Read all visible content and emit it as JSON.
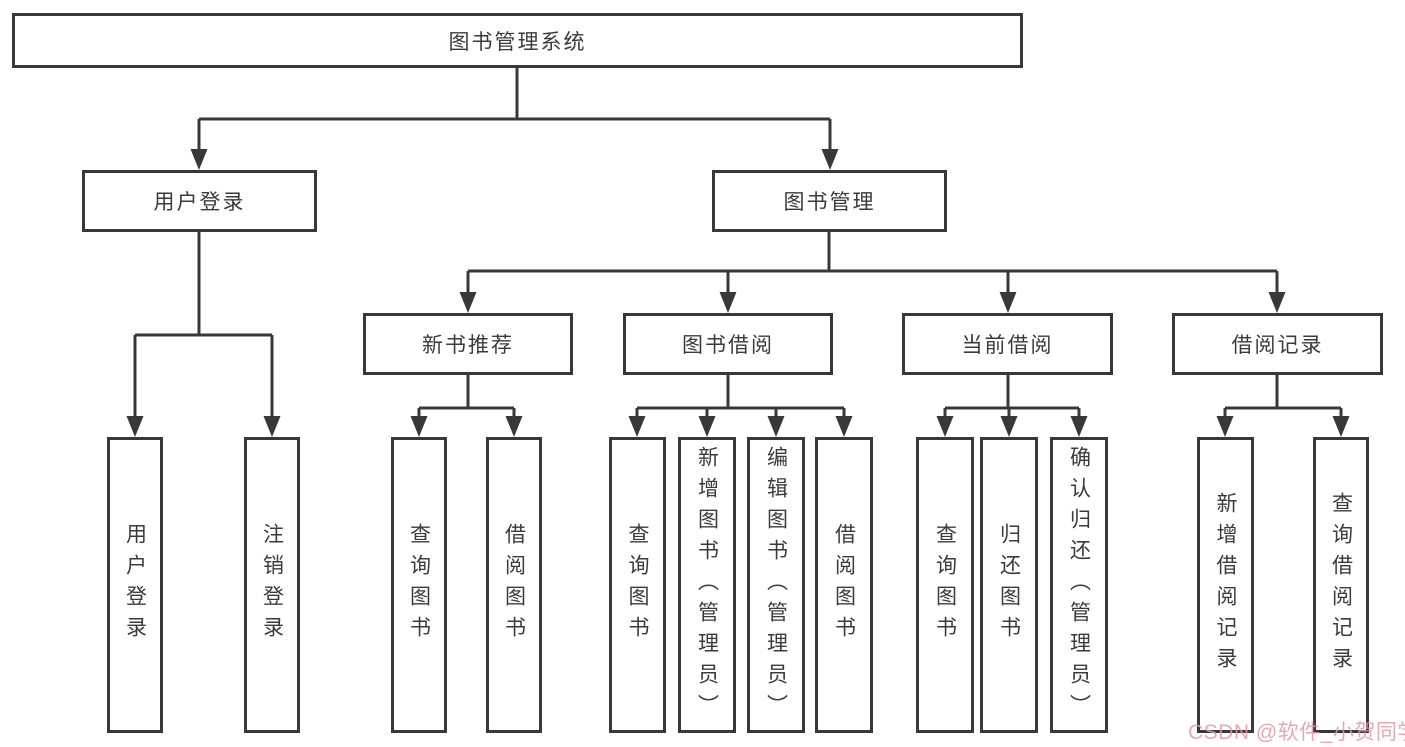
{
  "tree": {
    "root": {
      "label": "图书管理系统"
    },
    "branches": [
      {
        "label": "用户登录",
        "children": [
          {
            "label": "用户登录"
          },
          {
            "label": "注销登录"
          }
        ]
      },
      {
        "label": "图书管理",
        "children": [
          {
            "label": "新书推荐",
            "children": [
              {
                "label": "查询图书"
              },
              {
                "label": "借阅图书"
              }
            ]
          },
          {
            "label": "图书借阅",
            "children": [
              {
                "label": "查询图书"
              },
              {
                "label": "新增图书（管理员）"
              },
              {
                "label": "编辑图书（管理员）"
              },
              {
                "label": "借阅图书"
              }
            ]
          },
          {
            "label": "当前借阅",
            "children": [
              {
                "label": "查询图书"
              },
              {
                "label": "归还图书"
              },
              {
                "label": "确认归还（管理员）"
              }
            ]
          },
          {
            "label": "借阅记录",
            "children": [
              {
                "label": "新增借阅记录"
              },
              {
                "label": "查询借阅记录"
              }
            ]
          }
        ]
      }
    ]
  },
  "watermark": {
    "text": "CSDN @软件_小贺同学",
    "color": "#e39aa7"
  },
  "colors": {
    "line": "#383838",
    "text": "#3b3b3b",
    "background": "#ffffff"
  }
}
